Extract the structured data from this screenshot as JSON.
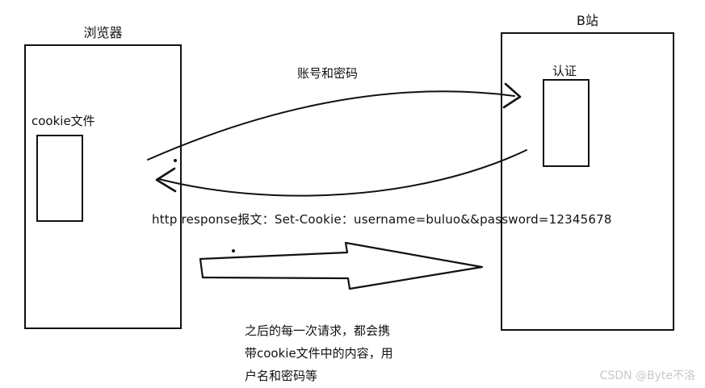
{
  "diagram": {
    "browser": {
      "title": "浏览器",
      "cookie_label": "cookie文件"
    },
    "site": {
      "title": "B站",
      "auth_label": "认证"
    },
    "top_arrow_label": "账号和密码",
    "response_text": "http response报文：Set-Cookie：username=buluo&&password=12345678",
    "caption": {
      "line1": "之后的每一次请求，都会携",
      "line2": "带cookie文件中的内容，用",
      "line3": "户名和密码等"
    },
    "watermark": "CSDN @Byte不洛",
    "colors": {
      "stroke": "#111111",
      "watermark": "#c8c8c8"
    }
  }
}
